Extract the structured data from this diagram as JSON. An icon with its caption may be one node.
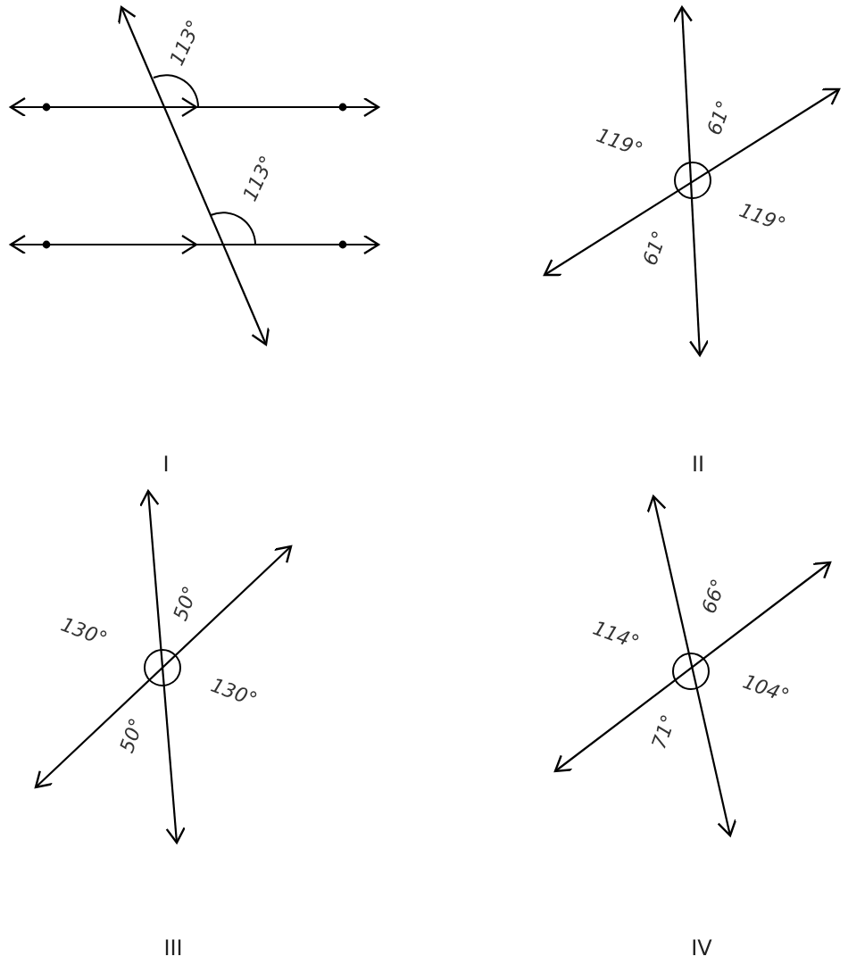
{
  "diagram": {
    "labels": [
      "113°",
      "113°",
      "119°",
      "61°",
      "119°",
      "61°",
      "I",
      "II",
      "130°",
      "50°",
      "130°",
      "50°",
      "114°",
      "66°",
      "104°",
      "71°",
      "III",
      "IV"
    ]
  }
}
